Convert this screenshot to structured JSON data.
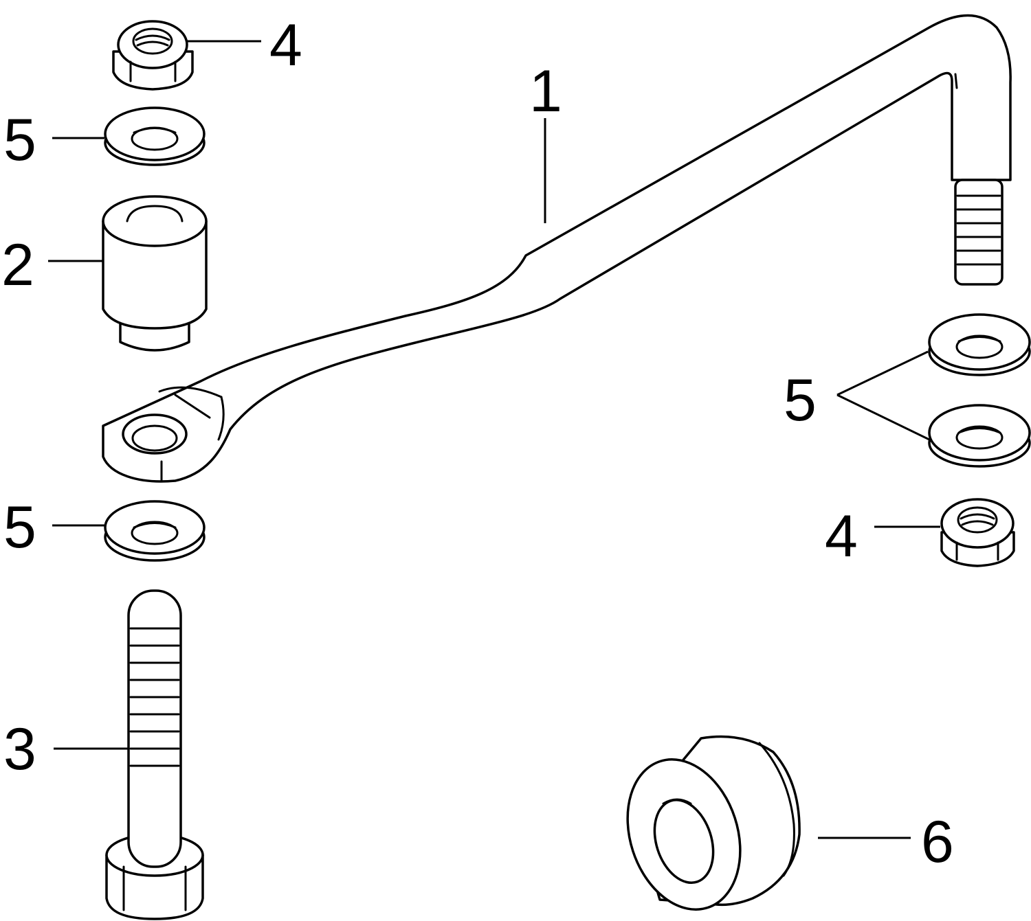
{
  "diagram": {
    "callouts": {
      "c1": "1",
      "c2": "2",
      "c3": "3",
      "c4_top": "4",
      "c4_right": "4",
      "c5_top": "5",
      "c5_right": "5",
      "c5_left": "5",
      "c6": "6"
    },
    "colors": {
      "line": "#000000",
      "background": "#ffffff"
    }
  }
}
